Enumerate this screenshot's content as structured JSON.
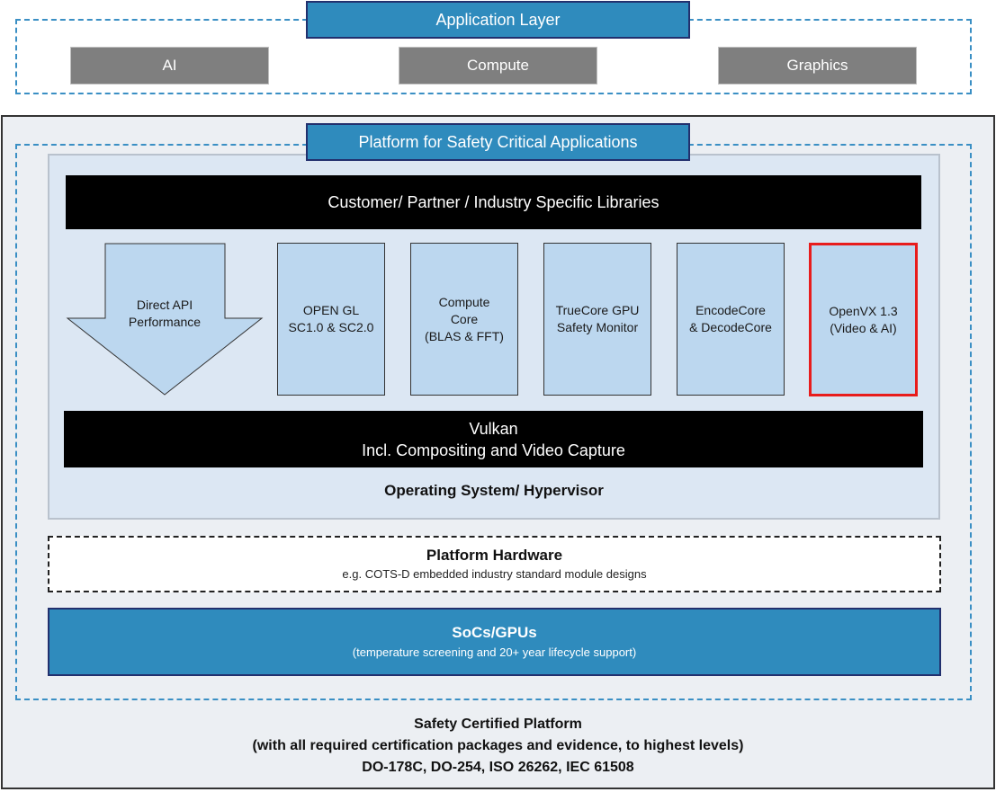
{
  "application_layer": {
    "title": "Application Layer",
    "items": [
      "AI",
      "Compute",
      "Graphics"
    ]
  },
  "platform": {
    "title": "Platform for Safety Critical Applications",
    "libraries_bar": "Customer/ Partner / Industry Specific Libraries",
    "direct_api": {
      "line1": "Direct API",
      "line2": "Performance"
    },
    "modules": [
      {
        "lines": [
          "OPEN GL",
          "SC1.0 & SC2.0"
        ]
      },
      {
        "lines": [
          "Compute",
          "Core",
          "(BLAS & FFT)"
        ]
      },
      {
        "lines": [
          "TrueCore GPU",
          "Safety Monitor"
        ]
      },
      {
        "lines": [
          "EncodeCore",
          "& DecodeCore"
        ]
      },
      {
        "lines": [
          "OpenVX 1.3",
          "(Video & AI)"
        ],
        "highlighted": true
      }
    ],
    "vulkan": {
      "line1": "Vulkan",
      "line2": "Incl. Compositing and Video Capture"
    },
    "os_label": "Operating System/ Hypervisor",
    "hardware": {
      "title": "Platform Hardware",
      "subtitle": "e.g. COTS-D embedded industry standard module designs"
    },
    "soc": {
      "title": "SoCs/GPUs",
      "subtitle": "(temperature screening and 20+ year lifecycle support)"
    }
  },
  "certification": {
    "line1": "Safety Certified Platform",
    "line2": "(with all required certification packages and evidence, to highest levels)",
    "line3": "DO-178C, DO-254, ISO 26262, IEC 61508"
  },
  "colors": {
    "title_blue": "#2f8bbd",
    "module_blue": "#bcd7ef",
    "highlight_red": "#e81c1c",
    "dash_blue": "#3a8fc4"
  }
}
